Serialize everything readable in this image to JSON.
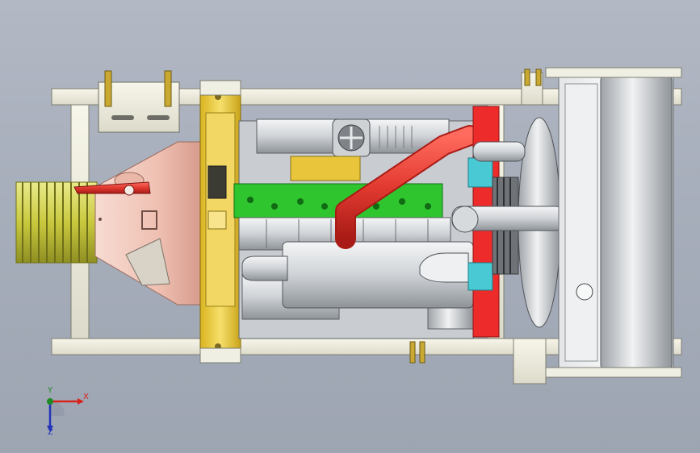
{
  "viewport": {
    "background": "#a9b0bd"
  },
  "model": {
    "colors": {
      "frame": "#efeee0",
      "frame_edge": "#7d7d70",
      "flywheel_housing": "#f1d24c",
      "bell_housing": "#f2c9bd",
      "pulley": "#dfe06a",
      "block_green": "#27c22b",
      "manifold_red": "#e33b32",
      "radiator_red": "#ee2b2b",
      "cyan_part": "#49c9d4",
      "metal": "#d9dcdf",
      "dark_metal": "#6f7378"
    }
  },
  "triad": {
    "x_label": "X",
    "y_label": "Y",
    "z_label": "Z",
    "x_color": "#d8231c",
    "y_color": "#1d8a24",
    "z_color": "#2233b8"
  }
}
